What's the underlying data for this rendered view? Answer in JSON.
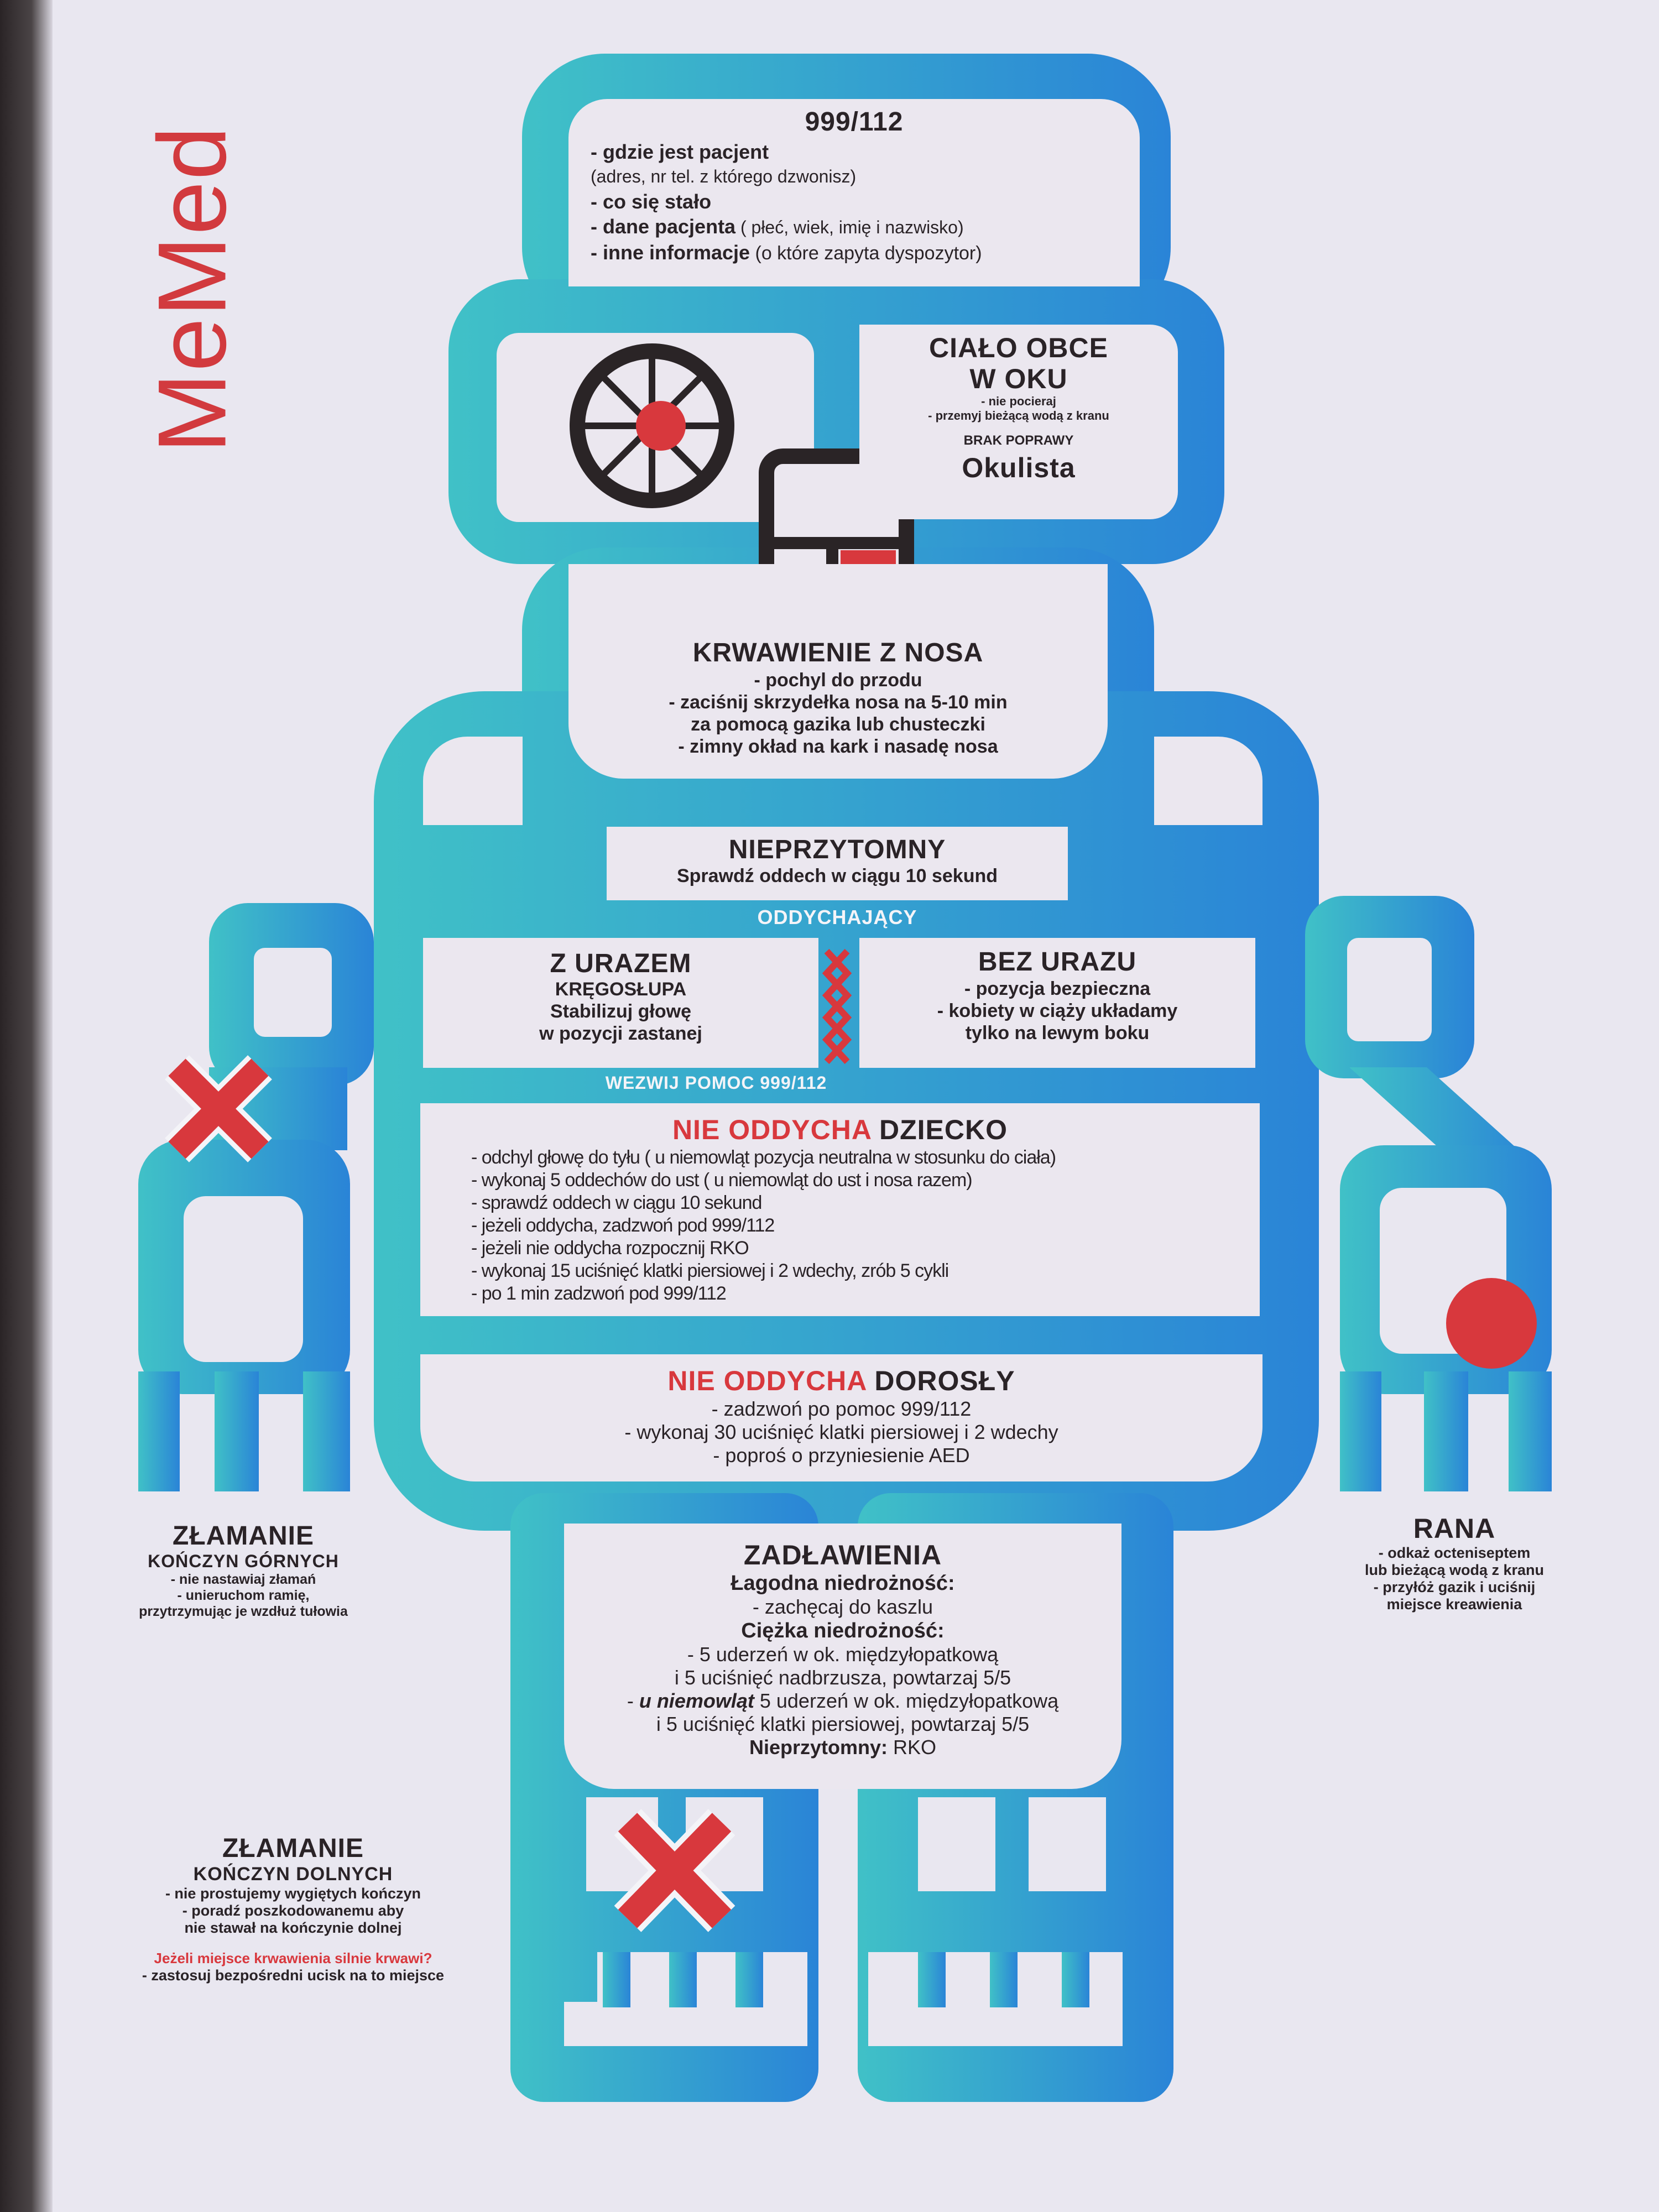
{
  "logo": {
    "text": "MeMed"
  },
  "colors": {
    "blue_left": "#3fc0c8",
    "blue_right": "#2b86d6",
    "red": "#d8383d",
    "box": "#ebe7ef",
    "ink": "#2a2327"
  },
  "head": {
    "title": "999/112",
    "items": [
      {
        "bold": "- gdzie jest pacjent",
        "note": ""
      },
      {
        "bold": "",
        "note": "(adres, nr tel. z którego dzwonisz)"
      },
      {
        "bold": "- co się stało",
        "note": ""
      },
      {
        "bold": "- dane pacjenta",
        "note": " ( płeć, wiek, imię i nazwisko)"
      },
      {
        "bold": "- inne informacje",
        "note": " (o które zapyta dyspozytor)"
      }
    ]
  },
  "eye": {
    "title_1": "CIAŁO OBCE",
    "title_2": "W OKU",
    "line_1": "- nie pocieraj",
    "line_2": "- przemyj bieżącą wodą  z kranu",
    "sub": "BRAK POPRAWY",
    "result": "Okulista"
  },
  "nose": {
    "title": "KRWAWIENIE Z NOSA",
    "lines": [
      "- pochyl do przodu",
      "- zaciśnij skrzydełka nosa na 5-10 min",
      "za pomocą gazika lub chusteczki",
      "- zimny okład na kark i nasadę nosa"
    ]
  },
  "unconscious": {
    "title": "NIEPRZYTOMNY",
    "line": "Sprawdź oddech w ciągu 10 sekund"
  },
  "breathing_label": "ODDYCHAJĄCY",
  "injury": {
    "title": "Z URAZEM",
    "sub": "KRĘGOSŁUPA",
    "lines": [
      "Stabilizuj głowę",
      "w pozycji zastanej"
    ]
  },
  "no_injury": {
    "title": "BEZ URAZU",
    "lines": [
      "- pozycja bezpieczna",
      "- kobiety w ciąży układamy",
      "tylko na lewym boku"
    ]
  },
  "call_help": "WEZWIJ POMOC 999/112",
  "child": {
    "title_red": "NIE ODDYCHA",
    "title_dark": " DZIECKO",
    "lines": [
      "- odchyl głowę do tyłu ( u niemowląt pozycja neutralna w stosunku do ciała)",
      "- wykonaj 5 oddechów do ust ( u niemowląt do ust i nosa razem)",
      "- sprawdź oddech w ciągu 10 sekund",
      "- jeżeli oddycha, zadzwoń pod 999/112",
      "- jeżeli nie oddycha rozpocznij RKO",
      "- wykonaj 15 uciśnięć klatki piersiowej i 2 wdechy, zrób 5 cykli",
      "- po 1 min zadzwoń pod 999/112"
    ]
  },
  "adult": {
    "title_red": "NIE ODDYCHA",
    "title_dark": " DOROSŁY",
    "lines": [
      "-  zadzwoń po pomoc 999/112",
      "- wykonaj 30 uciśnięć klatki piersiowej i 2 wdechy",
      "- poproś o przyniesienie AED"
    ]
  },
  "choking": {
    "title": "ZADŁAWIENIA",
    "mild": "Łagodna niedrożność:",
    "mild_line": "- zachęcaj do kaszlu",
    "severe": "Ciężka niedrożność:",
    "severe_lines": [
      "- 5 uderzeń w ok. międzyłopatkową",
      "i 5 uciśnięć nadbrzusza, powtarzaj 5/5"
    ],
    "infant_bold": "u niemowląt",
    "infant_prefix": "- ",
    "infant_line_1": " 5 uderzeń w ok. międzyłopatkową",
    "infant_line_2": "i 5 uciśnięć klatki piersiowej, powtarzaj 5/5",
    "unconscious_bold": "Nieprzytomny:",
    "unconscious_text": " RKO"
  },
  "upper_fracture": {
    "title": "ZŁAMANIE",
    "sub": "KOŃCZYN GÓRNYCH",
    "lines": [
      "- nie nastawiaj złamań",
      "- unieruchom ramię,",
      "przytrzymując je wzdłuż tułowia"
    ]
  },
  "wound": {
    "title": "RANA",
    "lines": [
      "- odkaż octeniseptem",
      "lub bieżącą wodą z kranu",
      "- przyłóż gazik i uciśnij",
      "miejsce kreawienia"
    ]
  },
  "lower_fracture": {
    "title": "ZŁAMANIE",
    "sub": "KOŃCZYN DOLNYCH",
    "lines": [
      "- nie prostujemy wygiętych kończyn",
      "- poradź poszkodowanemu aby",
      "nie stawał na kończynie dolnej"
    ],
    "warning": "Jeżeli miejsce krwawienia silnie krwawi?",
    "warning_line": "- zastosuj bezpośredni ucisk na to miejsce"
  }
}
